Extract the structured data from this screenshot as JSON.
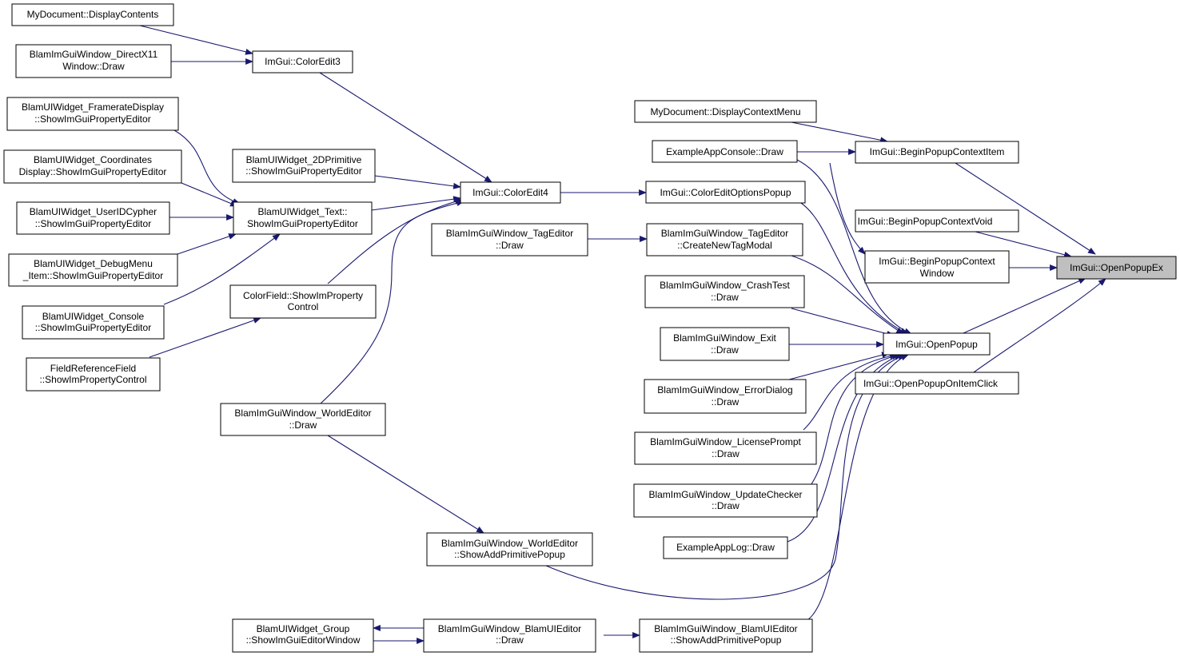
{
  "diagram": {
    "type": "caller-graph",
    "nodes": [
      {
        "id": "OpenPopupEx",
        "lines": [
          "ImGui::OpenPopupEx"
        ],
        "highlighted": true
      },
      {
        "id": "BeginPopupContextItem",
        "lines": [
          "ImGui::BeginPopupContextItem"
        ]
      },
      {
        "id": "BeginPopupContextVoid",
        "lines": [
          "ImGui::BeginPopupContextVoid"
        ]
      },
      {
        "id": "BeginPopupContextWindow",
        "lines": [
          "ImGui::BeginPopupContext",
          "Window"
        ]
      },
      {
        "id": "OpenPopup",
        "lines": [
          "ImGui::OpenPopup"
        ]
      },
      {
        "id": "OpenPopupOnItemClick",
        "lines": [
          "ImGui::OpenPopupOnItemClick"
        ]
      },
      {
        "id": "DisplayContextMenu",
        "lines": [
          "MyDocument::DisplayContextMenu"
        ]
      },
      {
        "id": "ConsoleDraw",
        "lines": [
          "ExampleAppConsole::Draw"
        ]
      },
      {
        "id": "ColorEditOptionsPopup",
        "lines": [
          "ImGui::ColorEditOptionsPopup"
        ]
      },
      {
        "id": "CreateNewTagModal",
        "lines": [
          "BlamImGuiWindow_TagEditor",
          "::CreateNewTagModal"
        ]
      },
      {
        "id": "CrashTestDraw",
        "lines": [
          "BlamImGuiWindow_CrashTest",
          "::Draw"
        ]
      },
      {
        "id": "ExitDraw",
        "lines": [
          "BlamImGuiWindow_Exit",
          "::Draw"
        ]
      },
      {
        "id": "ErrorDialogDraw",
        "lines": [
          "BlamImGuiWindow_ErrorDialog",
          "::Draw"
        ]
      },
      {
        "id": "LicensePromptDraw",
        "lines": [
          "BlamImGuiWindow_LicensePrompt",
          "::Draw"
        ]
      },
      {
        "id": "UpdateCheckerDraw",
        "lines": [
          "BlamImGuiWindow_UpdateChecker",
          "::Draw"
        ]
      },
      {
        "id": "AppLogDraw",
        "lines": [
          "ExampleAppLog::Draw"
        ]
      },
      {
        "id": "BlamUIEditorShowAdd",
        "lines": [
          "BlamImGuiWindow_BlamUIEditor",
          "::ShowAddPrimitivePopup"
        ]
      },
      {
        "id": "ColorEdit4",
        "lines": [
          "ImGui::ColorEdit4"
        ]
      },
      {
        "id": "TagEditorDraw",
        "lines": [
          "BlamImGuiWindow_TagEditor",
          "::Draw"
        ]
      },
      {
        "id": "WorldEditorShowAdd",
        "lines": [
          "BlamImGuiWindow_WorldEditor",
          "::ShowAddPrimitivePopup"
        ]
      },
      {
        "id": "BlamUIEditorDraw",
        "lines": [
          "BlamImGuiWindow_BlamUIEditor",
          "::Draw"
        ]
      },
      {
        "id": "GroupShowEditor",
        "lines": [
          "BlamUIWidget_Group",
          "::ShowImGuiEditorWindow"
        ]
      },
      {
        "id": "ColorEdit3",
        "lines": [
          "ImGui::ColorEdit3"
        ]
      },
      {
        "id": "Primitive2D",
        "lines": [
          "BlamUIWidget_2DPrimitive",
          "::ShowImGuiPropertyEditor"
        ]
      },
      {
        "id": "TextWidget",
        "lines": [
          "BlamUIWidget_Text::",
          "ShowImGuiPropertyEditor"
        ]
      },
      {
        "id": "ColorFieldCtrl",
        "lines": [
          "ColorField::ShowImProperty",
          "Control"
        ]
      },
      {
        "id": "WorldEditorDraw",
        "lines": [
          "BlamImGuiWindow_WorldEditor",
          "::Draw"
        ]
      },
      {
        "id": "DisplayContents",
        "lines": [
          "MyDocument::DisplayContents"
        ]
      },
      {
        "id": "DX11Draw",
        "lines": [
          "BlamImGuiWindow_DirectX11",
          "Window::Draw"
        ]
      },
      {
        "id": "Framerate",
        "lines": [
          "BlamUIWidget_FramerateDisplay",
          "::ShowImGuiPropertyEditor"
        ]
      },
      {
        "id": "Coordinates",
        "lines": [
          "BlamUIWidget_Coordinates",
          "Display::ShowImGuiPropertyEditor"
        ]
      },
      {
        "id": "UserIDCypher",
        "lines": [
          "BlamUIWidget_UserIDCypher",
          "::ShowImGuiPropertyEditor"
        ]
      },
      {
        "id": "DebugMenu",
        "lines": [
          "BlamUIWidget_DebugMenu",
          "_Item::ShowImGuiPropertyEditor"
        ]
      },
      {
        "id": "ConsoleWidget",
        "lines": [
          "BlamUIWidget_Console",
          "::ShowImGuiPropertyEditor"
        ]
      },
      {
        "id": "FieldRef",
        "lines": [
          "FieldReferenceField",
          "::ShowImPropertyControl"
        ]
      }
    ]
  }
}
